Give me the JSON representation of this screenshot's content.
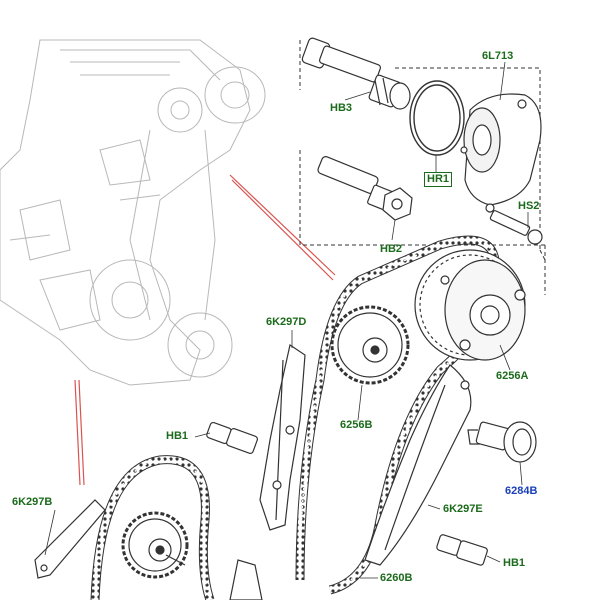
{
  "colors": {
    "label_green": "#1c6b1c",
    "label_blue": "#1a3fb8",
    "leader_red": "#d9534f",
    "line_dark": "#333333",
    "ghost_engine": "#b8b8b8"
  },
  "callouts": {
    "hb3": "HB3",
    "c6l713": "6L713",
    "hr1": "HR1",
    "hs2": "HS2",
    "hb2": "HB2",
    "c6k297d": "6K297D",
    "c6256a": "6256A",
    "hb1_left": "HB1",
    "c6256b": "6256B",
    "c6284b": "6284B",
    "c6k297b": "6K297B",
    "c6k297e": "6K297E",
    "hb1_right": "HB1",
    "c6260b": "6260B"
  }
}
